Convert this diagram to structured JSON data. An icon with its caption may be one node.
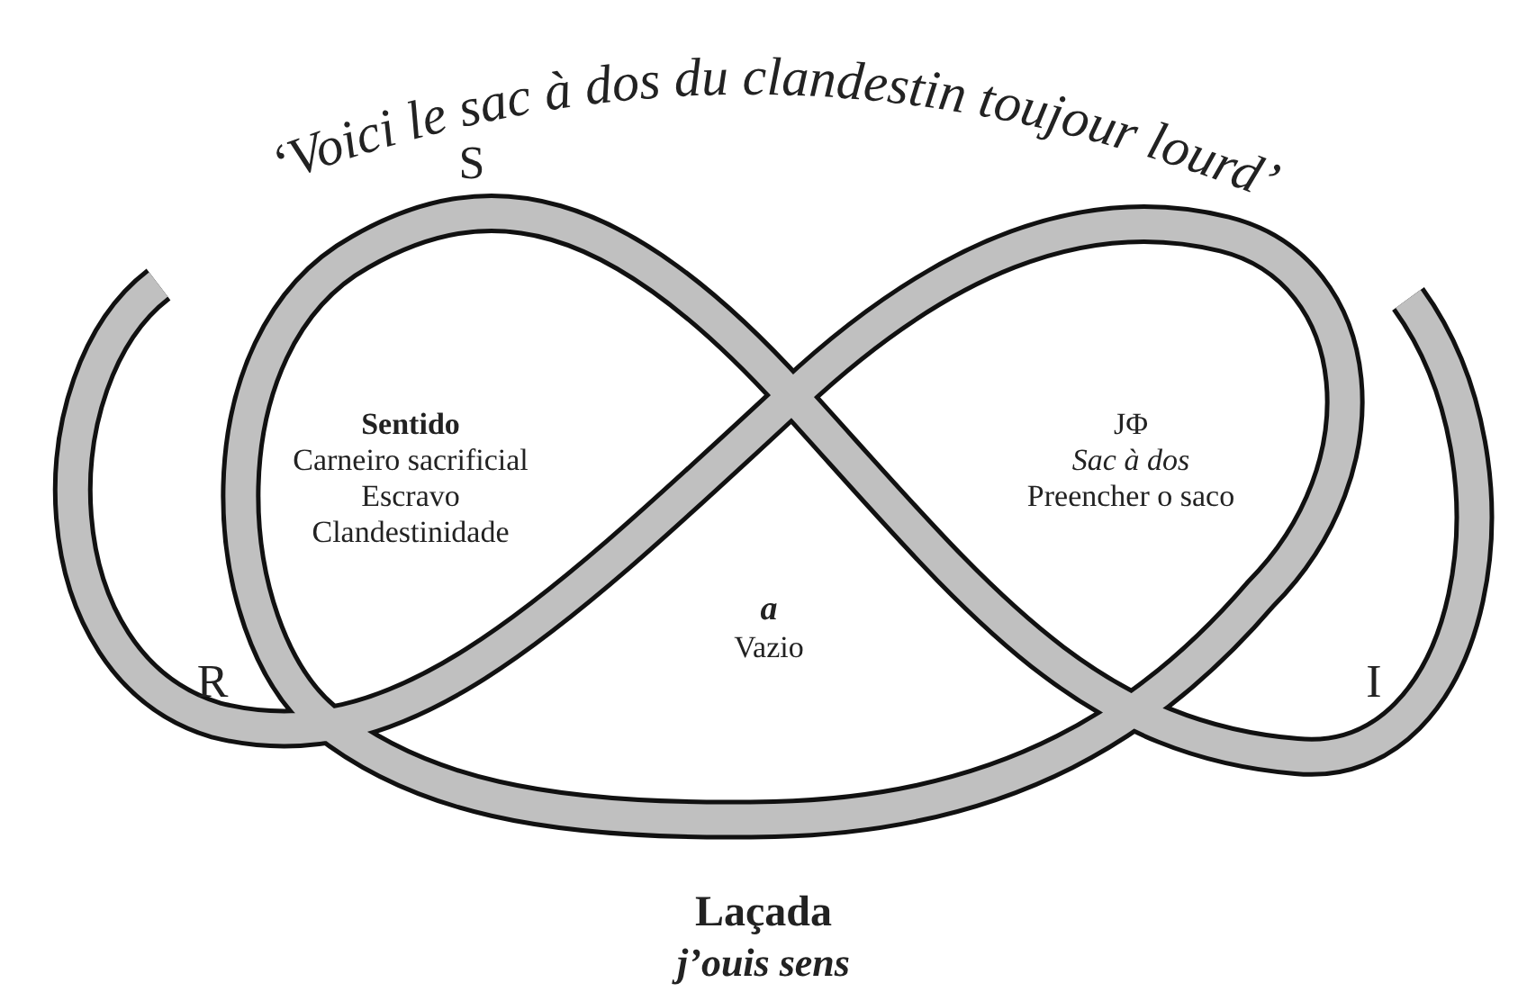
{
  "diagram": {
    "caption": "Laçada",
    "labels": [
      "‘Voici le sac à dos du clandestin toujour lourd’",
      "S",
      "Sentido",
      "Carneiro sacrificial",
      "Escravo",
      "Clandestinidade",
      "JΦ",
      "Sac à dos",
      "Preencher o saco",
      "R",
      "a",
      "Vazio",
      "I",
      "j’ouis sens"
    ]
  }
}
